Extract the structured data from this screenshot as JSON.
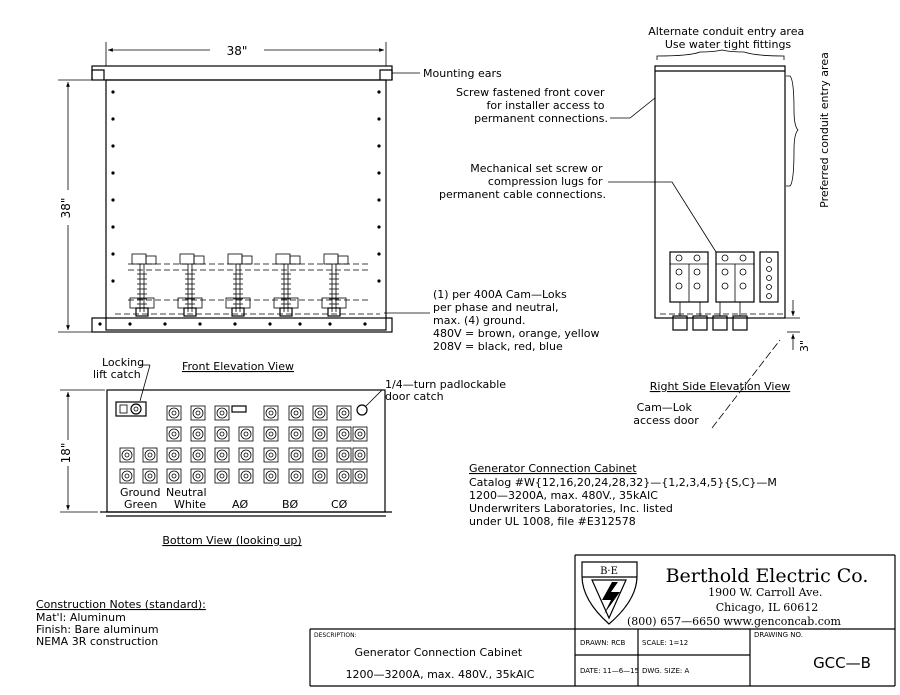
{
  "front": {
    "width_dim": "38\"",
    "height_dim": "38\"",
    "mounting_ears": "Mounting ears",
    "cam_note": [
      "(1) per 400A Cam—Loks",
      "per phase and neutral,",
      "max. (4) ground.",
      "480V = brown, orange, yellow",
      "208V = black, red, blue"
    ],
    "title": "Front Elevation View"
  },
  "side": {
    "alt_entry": [
      "Alternate conduit entry area",
      "Use water tight fittings"
    ],
    "preferred_entry": "Preferred conduit entry area",
    "cover_note": [
      "Screw fastened front cover",
      "for installer access to",
      "permanent connections."
    ],
    "lug_note": [
      "Mechanical set screw or",
      "compression lugs for",
      "permanent cable connections."
    ],
    "gap_dim": "3\"",
    "title": "Right Side Elevation View",
    "door_note": [
      "Cam—Lok",
      "access door"
    ]
  },
  "bottom": {
    "locking": [
      "Locking",
      "lift catch"
    ],
    "padlock": [
      "1/4—turn padlockable",
      "door catch"
    ],
    "depth_dim": "18\"",
    "labels": {
      "ground": "Ground",
      "green": "Green",
      "neutral": "Neutral",
      "white": "White",
      "a": "AØ",
      "b": "BØ",
      "c": "CØ"
    },
    "title": "Bottom View (looking up)"
  },
  "spec": {
    "title": "Generator Connection Cabinet",
    "lines": [
      "Catalog #W{12,16,20,24,28,32}—{1,2,3,4,5}{S,C}—M",
      "1200—3200A, max. 480V., 35kAIC",
      "Underwriters Laboratories, Inc. listed",
      "under UL 1008, file #E312578"
    ]
  },
  "notes": {
    "title": "Construction Notes (standard):",
    "lines": [
      "Mat'l: Aluminum",
      "Finish: Bare aluminum",
      "NEMA 3R construction"
    ]
  },
  "title_block": {
    "logo": "B·E",
    "company": "Berthold Electric Co.",
    "address": [
      "1900 W. Carroll Ave.",
      "Chicago, IL 60612"
    ],
    "phone_web": "(800) 657—6650   www.genconcab.com",
    "desc_label": "DESCRIPTION:",
    "desc": [
      "Generator Connection Cabinet",
      "1200—3200A, max. 480V., 35kAIC"
    ],
    "drawn": "DRAWN: RCB",
    "scale": "SCALE: 1=12",
    "drawing_no_label": "DRAWING NO.",
    "date": "DATE:  11—6—15",
    "dwg_size": "DWG. SIZE:  A",
    "drawing_no": "GCC—B"
  }
}
